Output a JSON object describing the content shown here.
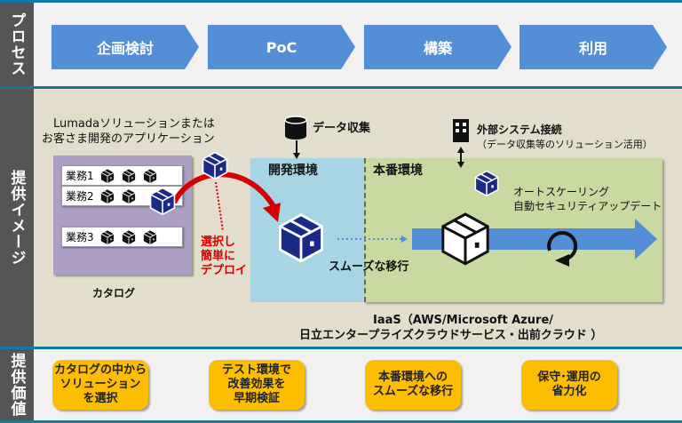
{
  "sections": {
    "process": "プロセス",
    "image": "提供イメージ",
    "value": "提供価値"
  },
  "process_steps": [
    "企画検討",
    "PoC",
    "構築",
    "利用"
  ],
  "catalog": {
    "heading_line1": "Lumadaソリューションまたは",
    "heading_line2": "お客さま開発のアプリケーション",
    "rows": [
      "業務1",
      "業務2",
      "業務3"
    ],
    "label": "カタログ"
  },
  "deploy_note": [
    "選択し",
    "簡単に",
    "デプロイ"
  ],
  "data_collection": "データ収集",
  "external": {
    "line1": "外部システム接続",
    "line2": "（データ収集等のソリューション活用）"
  },
  "dev_env": "開発環境",
  "prod_env": "本番環境",
  "smooth_migration": "スムーズな移行",
  "auto": {
    "line1": "オートスケーリング",
    "line2": "自動セキュリティアップデート"
  },
  "iaas": {
    "line1": "IaaS（AWS/Microsoft Azure/",
    "line2": "日立エンタープライズクラウドサービス・出前クラウド ）"
  },
  "values": [
    "カタログの中から\nソリューション\nを選択",
    "テスト環境で\n改善効果を\n早期検証",
    "本番環境への\nスムーズな移行",
    "保守･運用の\n省力化"
  ],
  "colors": {
    "band_border": "#1179a3",
    "chevron": "#548ed6",
    "value_button": "#fdbd00",
    "dev_env_bg": "#a7d5e4",
    "prod_env_bg": "#c8d9a2",
    "catalog_bg": "#ad9fc4",
    "deploy_red": "#d40000",
    "box_navy": "#1b2b83"
  }
}
